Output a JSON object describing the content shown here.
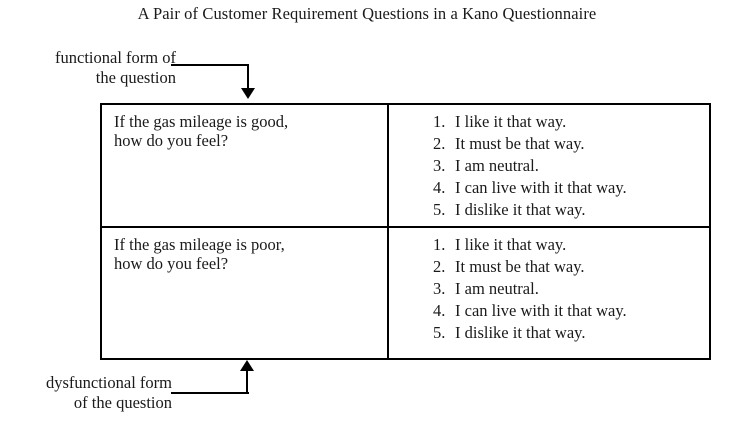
{
  "figure": {
    "title": "A Pair of Customer Requirement Questions in a Kano Questionnaire",
    "background_color": "#ffffff",
    "text_color": "#1a1a1a",
    "line_color": "#000000"
  },
  "callouts": {
    "functional": {
      "line1": "functional form of",
      "line2": "the question",
      "arrow_direction": "down",
      "points_to": "row-1"
    },
    "dysfunctional": {
      "line1": "dysfunctional form",
      "line2": "of the question",
      "arrow_direction": "up",
      "points_to": "row-2"
    }
  },
  "table": {
    "rows": [
      {
        "id": "functional",
        "question": {
          "line1": "If the gas mileage is good,",
          "line2": "how do you feel?"
        },
        "answers": [
          {
            "num": "1.",
            "text": "I like it that way."
          },
          {
            "num": "2.",
            "text": "It must be that way."
          },
          {
            "num": "3.",
            "text": "I am neutral."
          },
          {
            "num": "4.",
            "text": "I can live with it that way."
          },
          {
            "num": "5.",
            "text": "I dislike it that way."
          }
        ]
      },
      {
        "id": "dysfunctional",
        "question": {
          "line1": "If the gas mileage is poor,",
          "line2": "how do you feel?"
        },
        "answers": [
          {
            "num": "1.",
            "text": "I like it that way."
          },
          {
            "num": "2.",
            "text": "It must be that way."
          },
          {
            "num": "3.",
            "text": "I am neutral."
          },
          {
            "num": "4.",
            "text": "I can live with it that way."
          },
          {
            "num": "5.",
            "text": "I dislike it that way."
          }
        ]
      }
    ]
  }
}
